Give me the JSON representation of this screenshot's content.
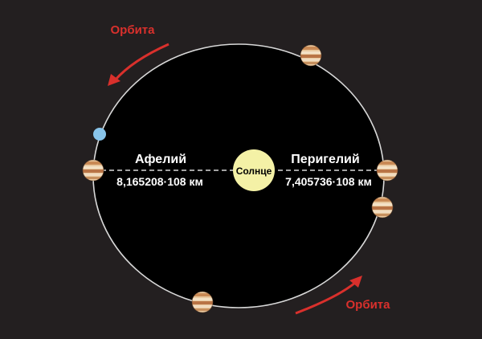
{
  "sun": {
    "label": "Солнце"
  },
  "aphelion": {
    "label": "Афелий",
    "distance": "8,165208·108 км"
  },
  "perihelion": {
    "label": "Перигелий",
    "distance": "7,405736·108 км"
  },
  "orbit_labels": {
    "top": "Орбита",
    "bottom": "Орбита"
  },
  "colors": {
    "background": "#231f20",
    "space": "#000000",
    "orbit": "#d8d8d8",
    "sun": "#f4f1a6",
    "arrow": "#d9302c",
    "label": "#ffffff",
    "earth": "#88c4ea"
  },
  "icons": {
    "planet": "jupiter-icon",
    "earth": "earth-icon",
    "sun": "sun-icon"
  }
}
